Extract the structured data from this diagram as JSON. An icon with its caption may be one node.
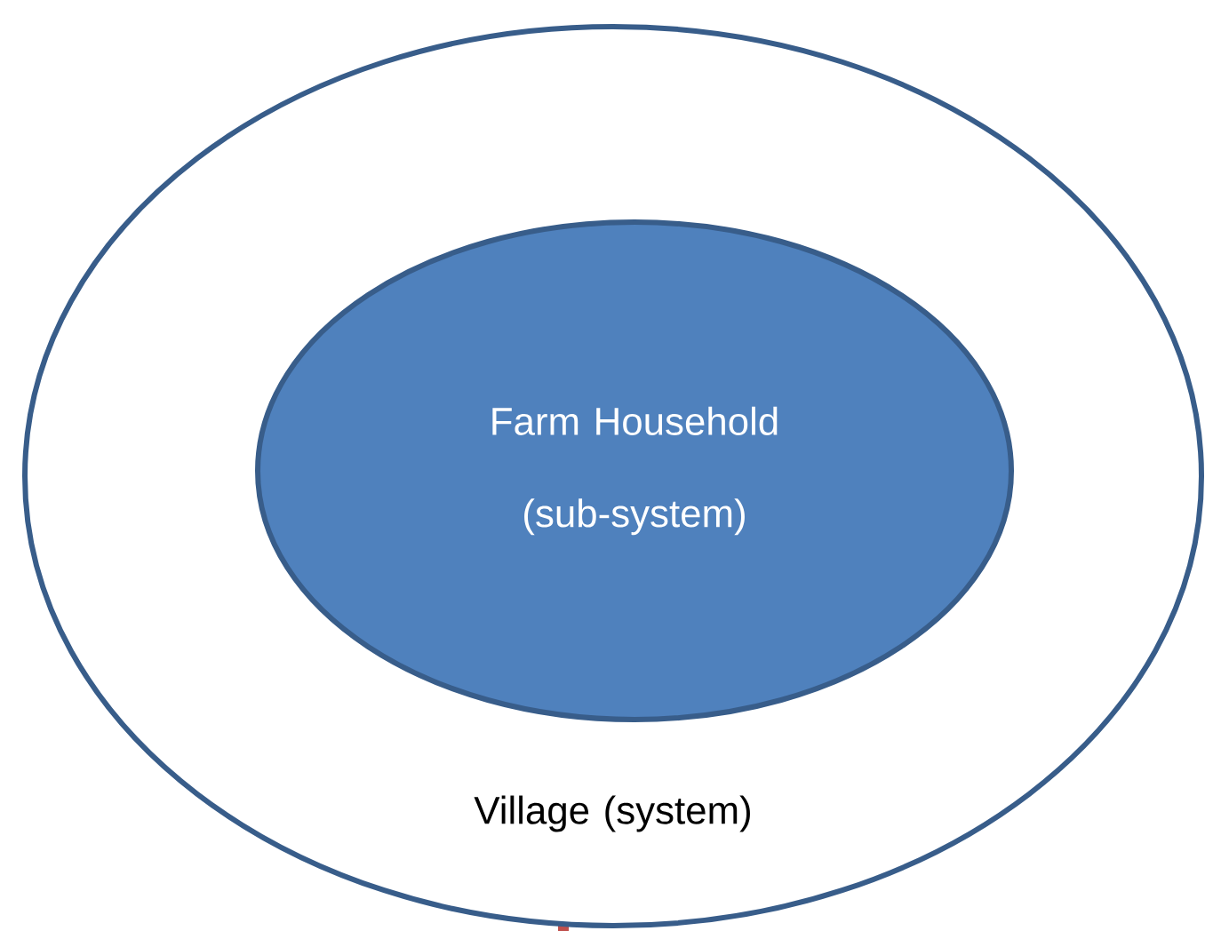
{
  "diagram": {
    "nodes": [
      {
        "text": [
          "Village (system)"
        ]
      },
      {
        "text": [
          "Farm Household (sub-system)"
        ],
        "in": 0
      }
    ]
  }
}
